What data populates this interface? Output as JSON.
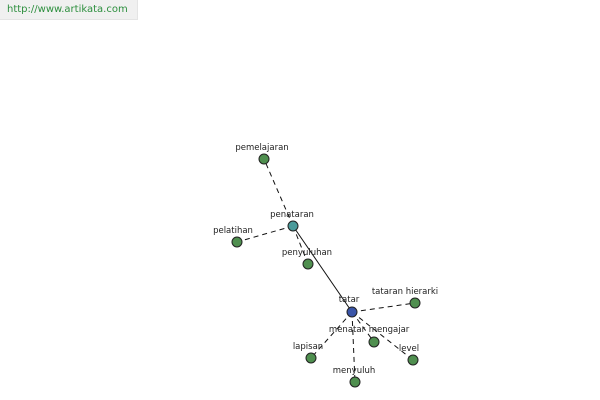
{
  "watermark": {
    "url": "http://www.artikata.com"
  },
  "colors": {
    "center": "#3a55a8",
    "hub": "#4a9a9a",
    "leaf": "#4f8f4f",
    "edge": "#111111"
  },
  "nodes": [
    {
      "id": "tatar",
      "label": "tatar",
      "kind": "center"
    },
    {
      "id": "penataran",
      "label": "penataran",
      "kind": "hub"
    },
    {
      "id": "pemelajaran",
      "label": "pemelajaran",
      "kind": "leaf"
    },
    {
      "id": "pelatihan",
      "label": "pelatihan",
      "kind": "leaf"
    },
    {
      "id": "penyuluhan",
      "label": "penyuluhan",
      "kind": "leaf"
    },
    {
      "id": "tataran-hierarki",
      "label": "tataran  hierarki",
      "kind": "leaf"
    },
    {
      "id": "menatar",
      "label": "menatar",
      "kind": "leaf"
    },
    {
      "id": "mengajar",
      "label": "mengajar",
      "kind": "leaf"
    },
    {
      "id": "lapisan",
      "label": "lapisan",
      "kind": "leaf"
    },
    {
      "id": "level",
      "label": "level",
      "kind": "leaf"
    },
    {
      "id": "menyuluh",
      "label": "menyuluh",
      "kind": "leaf"
    }
  ],
  "edges": [
    {
      "from": "penataran",
      "to": "tatar",
      "style": "solid"
    },
    {
      "from": "penataran",
      "to": "pemelajaran",
      "style": "dashed"
    },
    {
      "from": "penataran",
      "to": "pelatihan",
      "style": "dashed"
    },
    {
      "from": "penataran",
      "to": "penyuluhan",
      "style": "dashed"
    },
    {
      "from": "tatar",
      "to": "tataran-hierarki",
      "style": "dashed"
    },
    {
      "from": "tatar",
      "to": "mengajar",
      "style": "dashed"
    },
    {
      "from": "tatar",
      "to": "lapisan",
      "style": "dashed"
    },
    {
      "from": "tatar",
      "to": "level",
      "style": "dashed"
    },
    {
      "from": "tatar",
      "to": "menyuluh",
      "style": "dashed"
    }
  ]
}
